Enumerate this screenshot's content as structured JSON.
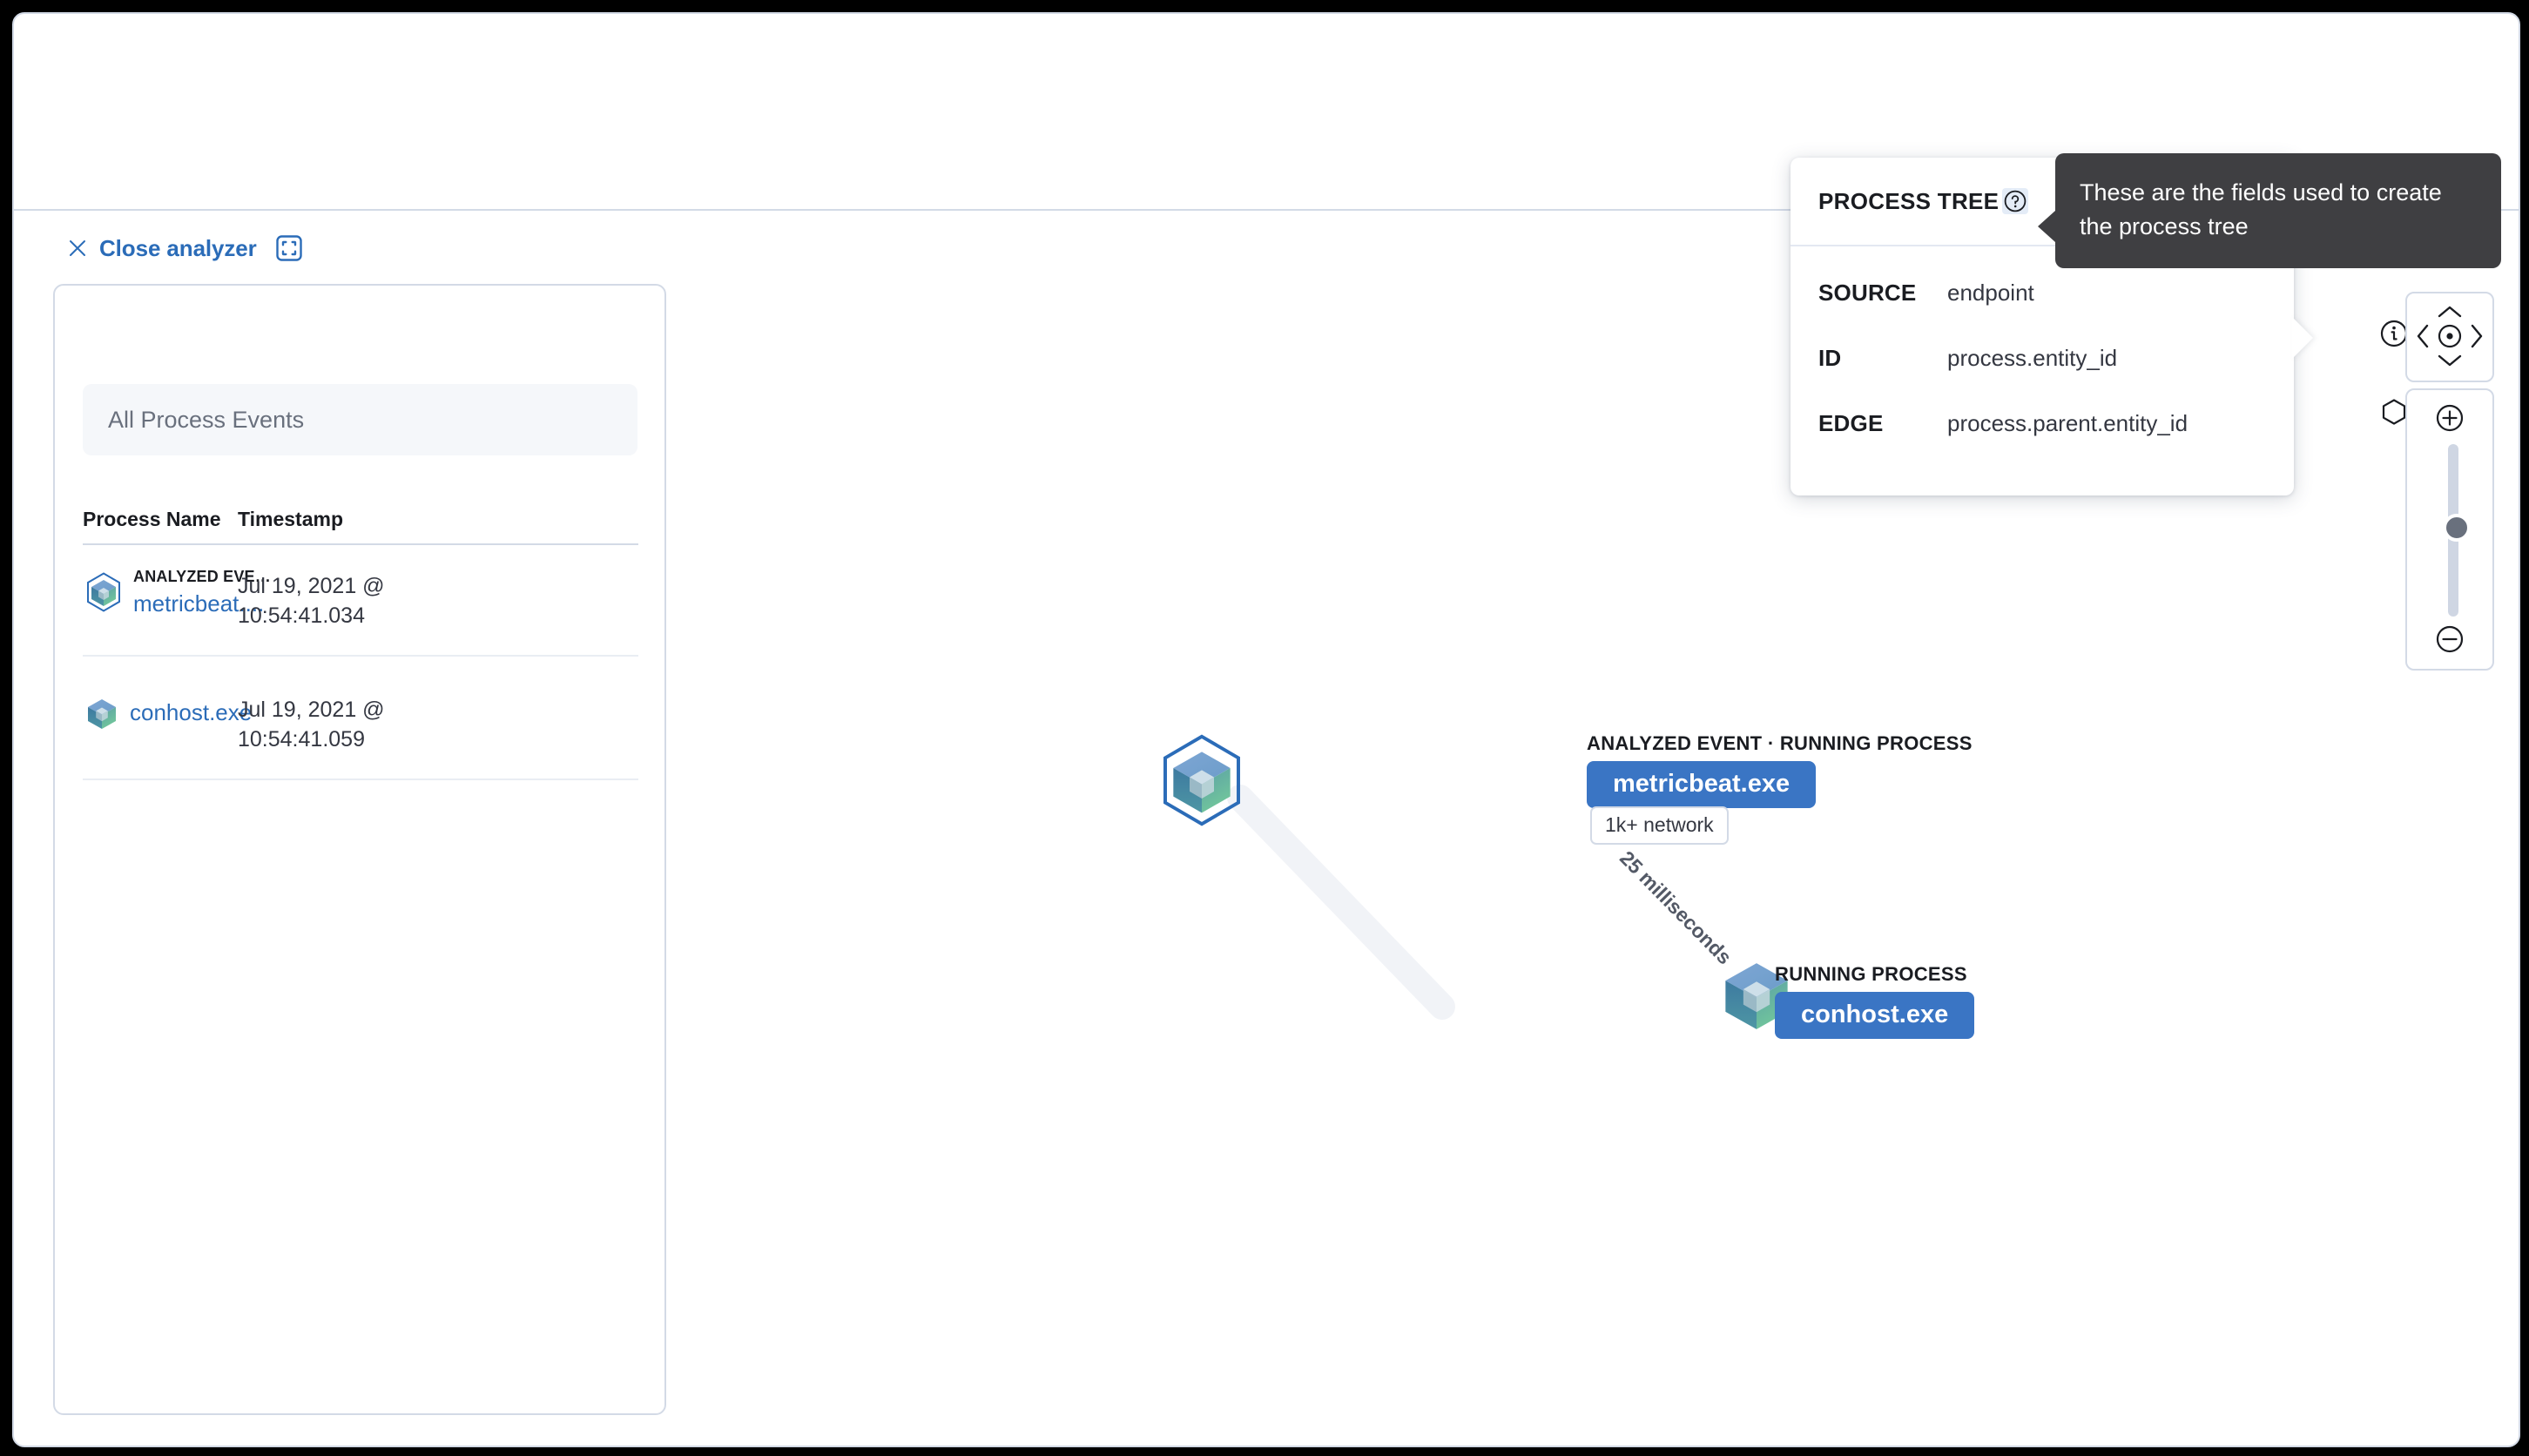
{
  "toolbar": {
    "close_analyzer_label": "Close analyzer",
    "close_icon": "close-x-icon",
    "fullscreen_icon": "fullscreen-icon"
  },
  "event_list": {
    "filter_select_value": "All Process Events",
    "columns": [
      "Process Name",
      "Timestamp"
    ],
    "rows": [
      {
        "badge": "ANALYZED EVE…",
        "name": "metricbeat....",
        "timestamp_line1": "Jul 19, 2021 @",
        "timestamp_line2": "10:54:41.034",
        "icon": "process-cube-icon-analyzed"
      },
      {
        "badge": "",
        "name": "conhost.exe",
        "timestamp_line1": "Jul 19, 2021 @",
        "timestamp_line2": "10:54:41.059",
        "icon": "process-cube-icon"
      }
    ]
  },
  "graph": {
    "nodes": [
      {
        "kind": "ANALYZED EVENT · RUNNING PROCESS",
        "label": "metricbeat.exe",
        "badge": "1k+ network",
        "icon": "process-cube-icon-analyzed"
      },
      {
        "kind": "RUNNING PROCESS",
        "label": "conhost.exe",
        "badge": "",
        "icon": "process-cube-icon"
      }
    ],
    "edge_label": "25 milliseconds"
  },
  "controls": {
    "info_icon": "info-circle-icon",
    "legend_icon": "hexagon-icon",
    "pan_up_icon": "chevron-up-icon",
    "pan_down_icon": "chevron-down-icon",
    "pan_left_icon": "chevron-left-icon",
    "pan_right_icon": "chevron-right-icon",
    "pan_center_icon": "center-target-icon",
    "zoom_in_icon": "plus-circle-icon",
    "zoom_out_icon": "minus-circle-icon",
    "zoom_slider_name": "zoom-slider"
  },
  "popover": {
    "title": "PROCESS TREE",
    "help_icon": "question-circle-icon",
    "rows": [
      {
        "key": "SOURCE",
        "value": "endpoint"
      },
      {
        "key": "ID",
        "value": "process.entity_id"
      },
      {
        "key": "EDGE",
        "value": "process.parent.entity_id"
      }
    ]
  },
  "tooltip": {
    "text": "These are the fields used to create the process tree"
  },
  "colors": {
    "accent_blue": "#2b6cb8",
    "node_pill_blue": "#3a75c4",
    "border_gray": "#d3dae6",
    "tooltip_bg": "#3f3f42",
    "muted_text": "#69707d"
  }
}
